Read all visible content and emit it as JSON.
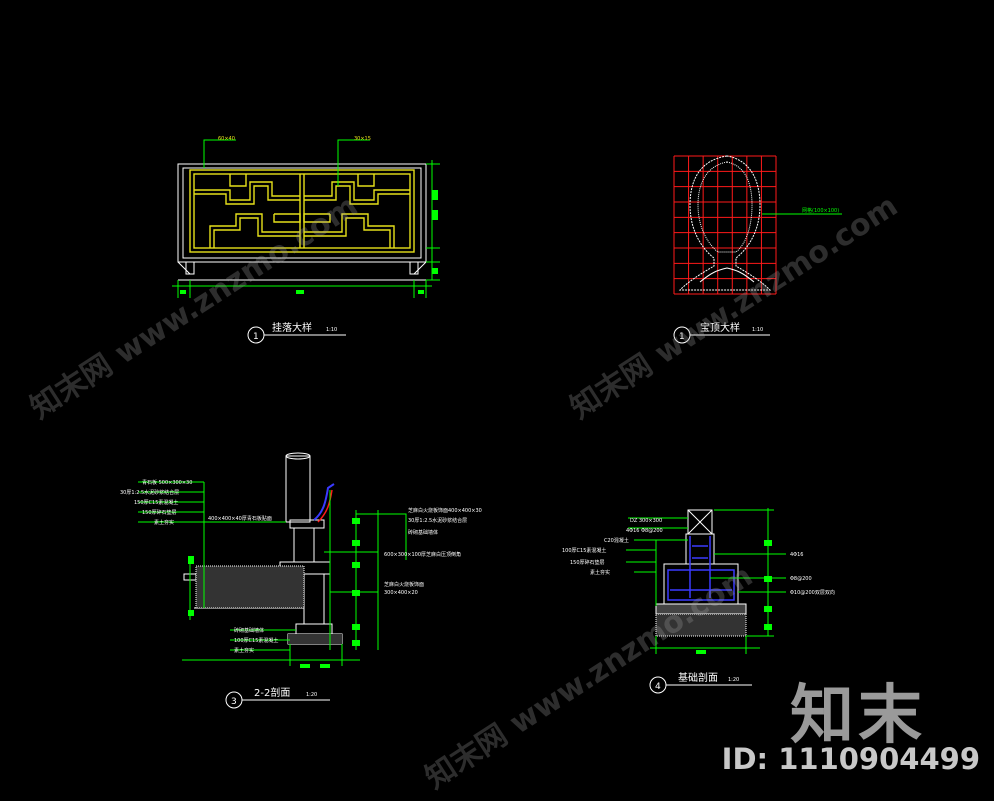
{
  "colors": {
    "background": "#000000",
    "outline": "#ffffff",
    "lattice": "#e6e01a",
    "dimension": "#00ff00",
    "grid": "#ff1a1a",
    "blue": "#3a3aff",
    "watermark": "#9a9a9a"
  },
  "watermark": {
    "brand": "知末",
    "id_text": "ID: 1110904499",
    "diagonal": "知末网 www.znzmo.com"
  },
  "drawings": [
    {
      "id": "lattice-detail",
      "number": "1",
      "title": "挂落大样",
      "scale": "1:10",
      "leaders": [
        "60×40",
        "30×15"
      ]
    },
    {
      "id": "finial-detail",
      "number": "1",
      "title": "宝顶大样",
      "scale": "1:10",
      "leaders": [
        "网格(100×100)"
      ]
    },
    {
      "id": "section-2-2",
      "number": "3",
      "title": "2-2剖面",
      "scale": "1:20",
      "left_layers": [
        "青石板 500×300×30",
        "30厚1:2.5水泥砂浆结合层",
        "150厚C15素混凝土",
        "150厚碎石垫层",
        "素土夯实"
      ],
      "left_label": "400×400×40厚青石板贴面",
      "right_labels": [
        "芝麻白火烧板饰面400×400×30",
        "30厚1:2.5水泥砂浆结合层",
        "砖砌基础墙体",
        "600×300×100厚芝麻白压顶倒角",
        "芝麻白火烧板饰面",
        "300×400×20"
      ],
      "bottom_labels": [
        "砖砌基础墙体",
        "100厚C15素混凝土",
        "素土夯实"
      ]
    },
    {
      "id": "foundation-section",
      "number": "4",
      "title": "基础剖面",
      "scale": "1:20",
      "left_labels": [
        "DZ 300×300",
        "4Φ16 Φ8@200",
        "C20混凝土",
        "100厚C15素混凝土",
        "150厚碎石垫层",
        "素土夯实"
      ],
      "right_labels": [
        "4Φ16",
        "Φ8@200",
        "Φ10@200双层双向"
      ]
    }
  ]
}
